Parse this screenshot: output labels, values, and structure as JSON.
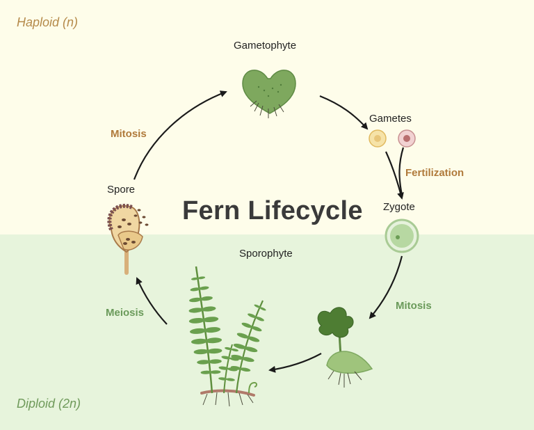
{
  "title": "Fern Lifecycle",
  "zones": {
    "haploid": "Haploid (n)",
    "diploid": "Diploid (2n)"
  },
  "stages": {
    "gametophyte": "Gametophyte",
    "gametes": "Gametes",
    "zygote": "Zygote",
    "sporophyte": "Sporophyte",
    "spore": "Spore"
  },
  "processes": {
    "fertilization": "Fertilization",
    "mitosis_upper": "Mitosis",
    "mitosis_lower": "Mitosis",
    "meiosis": "Meiosis"
  },
  "colors": {
    "haploid_background": "#fefdea",
    "diploid_background": "#e7f4dc",
    "haploid_text": "#b58a4a",
    "diploid_text": "#6f9a5a",
    "arrow": "#1a1a1a"
  }
}
